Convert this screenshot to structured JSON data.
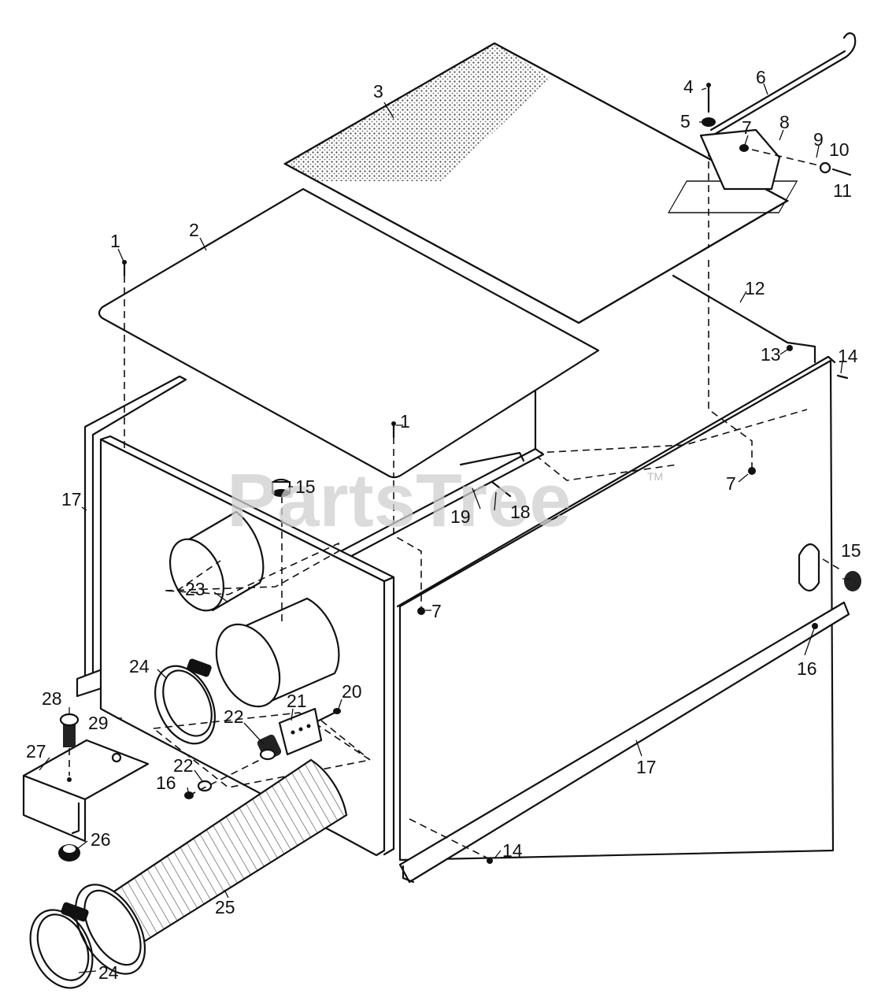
{
  "watermark": {
    "text": "PartsTree",
    "tm": "TM"
  },
  "callouts": [
    "1",
    "2",
    "3",
    "4",
    "5",
    "6",
    "7",
    "8",
    "9",
    "10",
    "11",
    "12",
    "13",
    "14",
    "15",
    "16",
    "17",
    "18",
    "19",
    "20",
    "21",
    "22",
    "23",
    "24",
    "25",
    "26",
    "27",
    "28",
    "29"
  ]
}
